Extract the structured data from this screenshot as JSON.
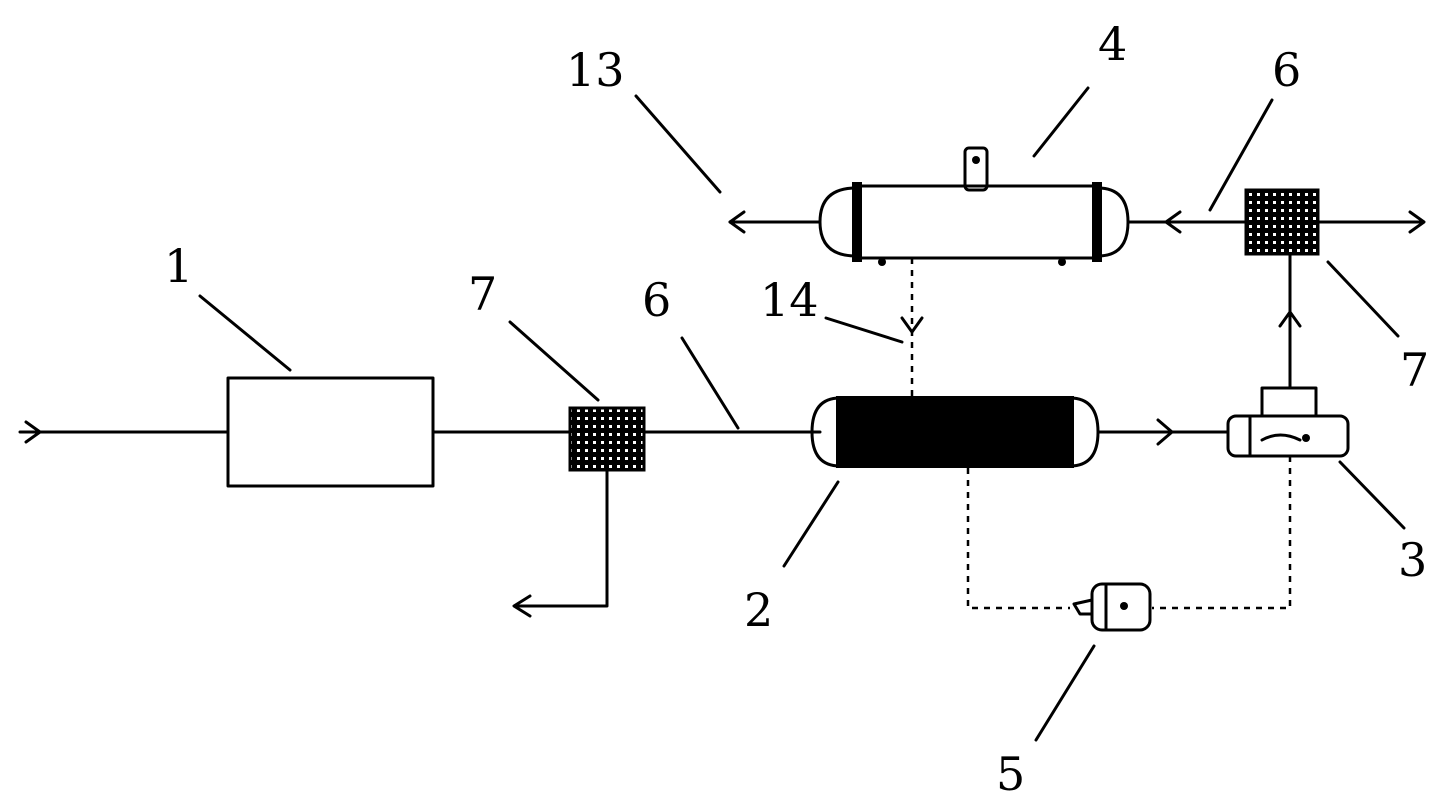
{
  "labels": {
    "l1": "1",
    "l2": "2",
    "l3": "3",
    "l4": "4",
    "l5": "5",
    "l6a": "6",
    "l6b": "6",
    "l7a": "7",
    "l7b": "7",
    "l13": "13",
    "l14": "14"
  },
  "colors": {
    "ink": "#000000",
    "background": "#ffffff"
  }
}
